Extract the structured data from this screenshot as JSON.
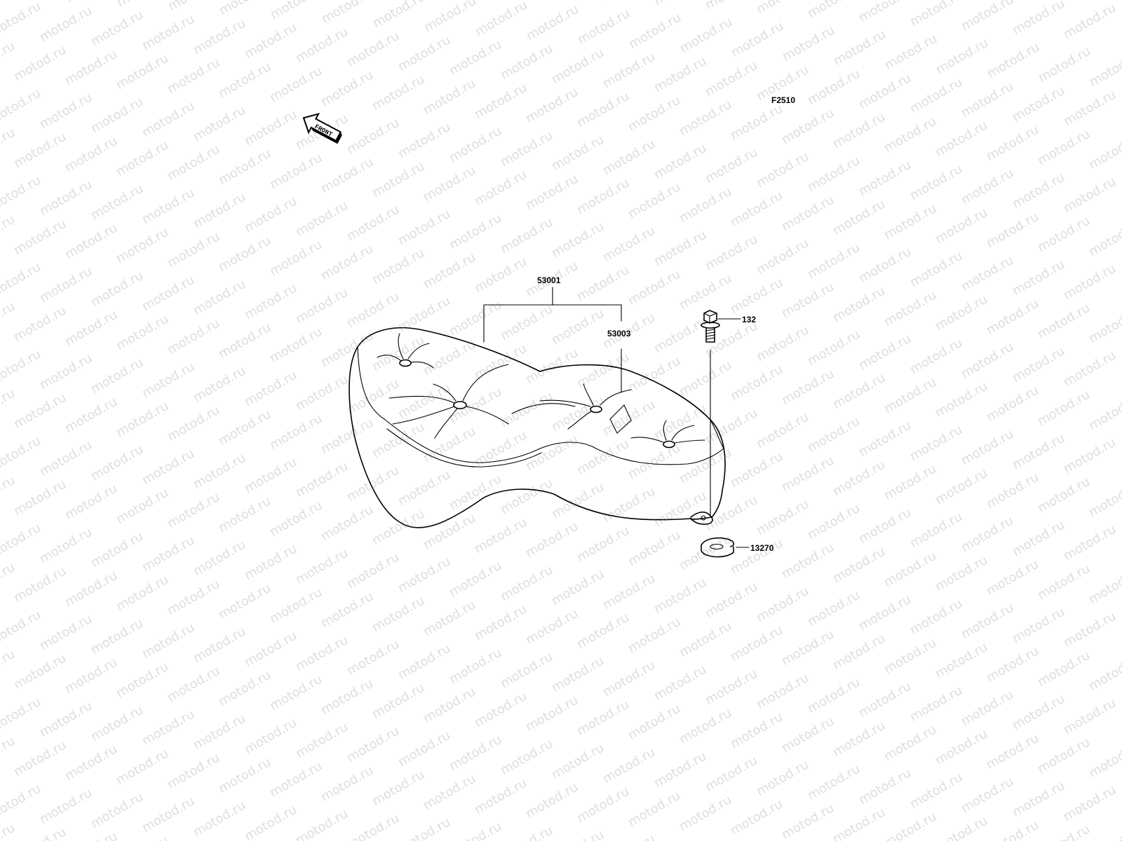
{
  "watermark": {
    "text": "motod.ru"
  },
  "diagram": {
    "figure_code": "F2510",
    "front_arrow_label": "FRONT",
    "parts": [
      {
        "id": "seat",
        "number": "53001"
      },
      {
        "id": "seat-cover",
        "number": "53003"
      },
      {
        "id": "bolt",
        "number": "132"
      },
      {
        "id": "seat-damper",
        "number": "13270"
      }
    ]
  }
}
